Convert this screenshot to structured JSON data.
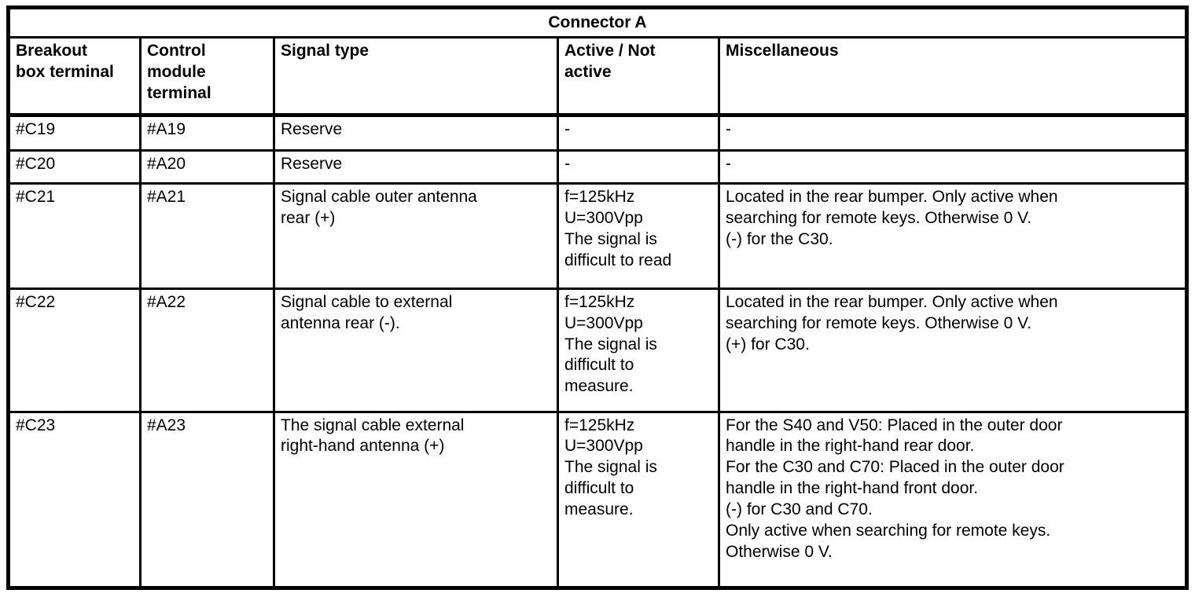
{
  "table": {
    "title": "Connector A",
    "columns": [
      "Breakout\nbox terminal",
      "Control\nmodule\nterminal",
      "Signal type",
      "Active / Not\nactive",
      "Miscellaneous"
    ],
    "rows": [
      {
        "breakout_box_terminal": "#C19",
        "control_module_terminal": "#A19",
        "signal_type": "Reserve",
        "active_not_active": "-",
        "miscellaneous": "-"
      },
      {
        "breakout_box_terminal": "#C20",
        "control_module_terminal": "#A20",
        "signal_type": "Reserve",
        "active_not_active": "-",
        "miscellaneous": "-"
      },
      {
        "breakout_box_terminal": "#C21",
        "control_module_terminal": "#A21",
        "signal_type": "Signal cable outer antenna\nrear (+)",
        "active_not_active": "f=125kHz\nU=300Vpp\nThe signal is\ndifficult to read",
        "miscellaneous": "Located in the rear bumper. Only active when\nsearching for remote keys. Otherwise 0 V.\n(-) for the C30."
      },
      {
        "breakout_box_terminal": "#C22",
        "control_module_terminal": "#A22",
        "signal_type": "Signal cable to external\nantenna rear (-).",
        "active_not_active": "f=125kHz\nU=300Vpp\nThe signal is\ndifficult to\nmeasure.",
        "miscellaneous": "Located in the rear bumper. Only active when\nsearching for remote keys. Otherwise 0 V.\n(+) for C30."
      },
      {
        "breakout_box_terminal": "#C23",
        "control_module_terminal": "#A23",
        "signal_type": "The signal cable external\nright-hand antenna (+)",
        "active_not_active": "f=125kHz\nU=300Vpp\nThe signal is\ndifficult to\nmeasure.",
        "miscellaneous": "For the S40 and V50: Placed in the outer door\nhandle in the right-hand rear door.\nFor the C30 and C70: Placed in the outer door\nhandle in the right-hand front door.\n(-) for C30 and C70.\nOnly active when searching for remote keys.\nOtherwise 0 V."
      }
    ]
  }
}
